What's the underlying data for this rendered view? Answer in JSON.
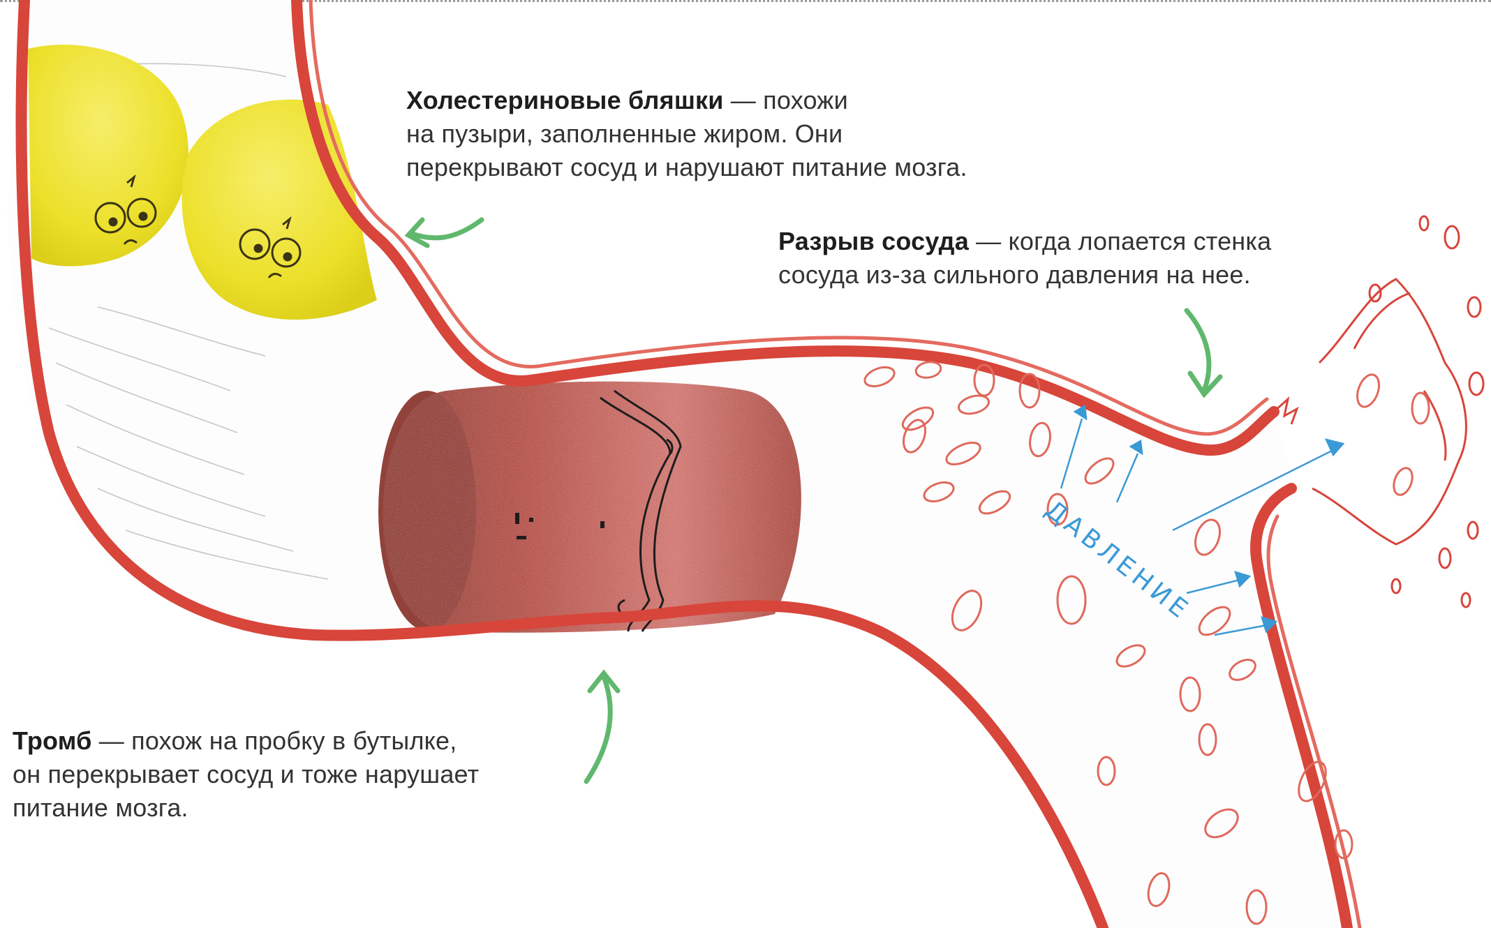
{
  "captions": {
    "plaques": {
      "term": "Холестериновые бляшки",
      "line1": " — похожи",
      "line2": "на пузыри, заполненные жиром. Они",
      "line3": "перекрывают сосуд и нарушают питание мозга."
    },
    "rupture": {
      "term": "Разрыв сосуда",
      "line1": " — когда лопается стенка",
      "line2": "сосуда из-за сильного давления на нее."
    },
    "thrombus": {
      "term": "Тромб",
      "line1": " — похож на пробку в бутылке,",
      "line2": "он перекрывает сосуд и тоже нарушает",
      "line3": "питание мозга."
    }
  },
  "pressure_label": "ДАВЛЕНИЕ",
  "icons": {
    "pointer": "green-curved-arrow-icon",
    "pressure": "blue-pressure-arrow-icon"
  },
  "colors": {
    "vessel_wall": "#d8453a",
    "plaque": "#ece02a",
    "thrombus": "#a8352b",
    "blood_cell": "#e0685c",
    "pointer_arrow": "#5fb86d",
    "pressure": "#3a9ad6"
  }
}
